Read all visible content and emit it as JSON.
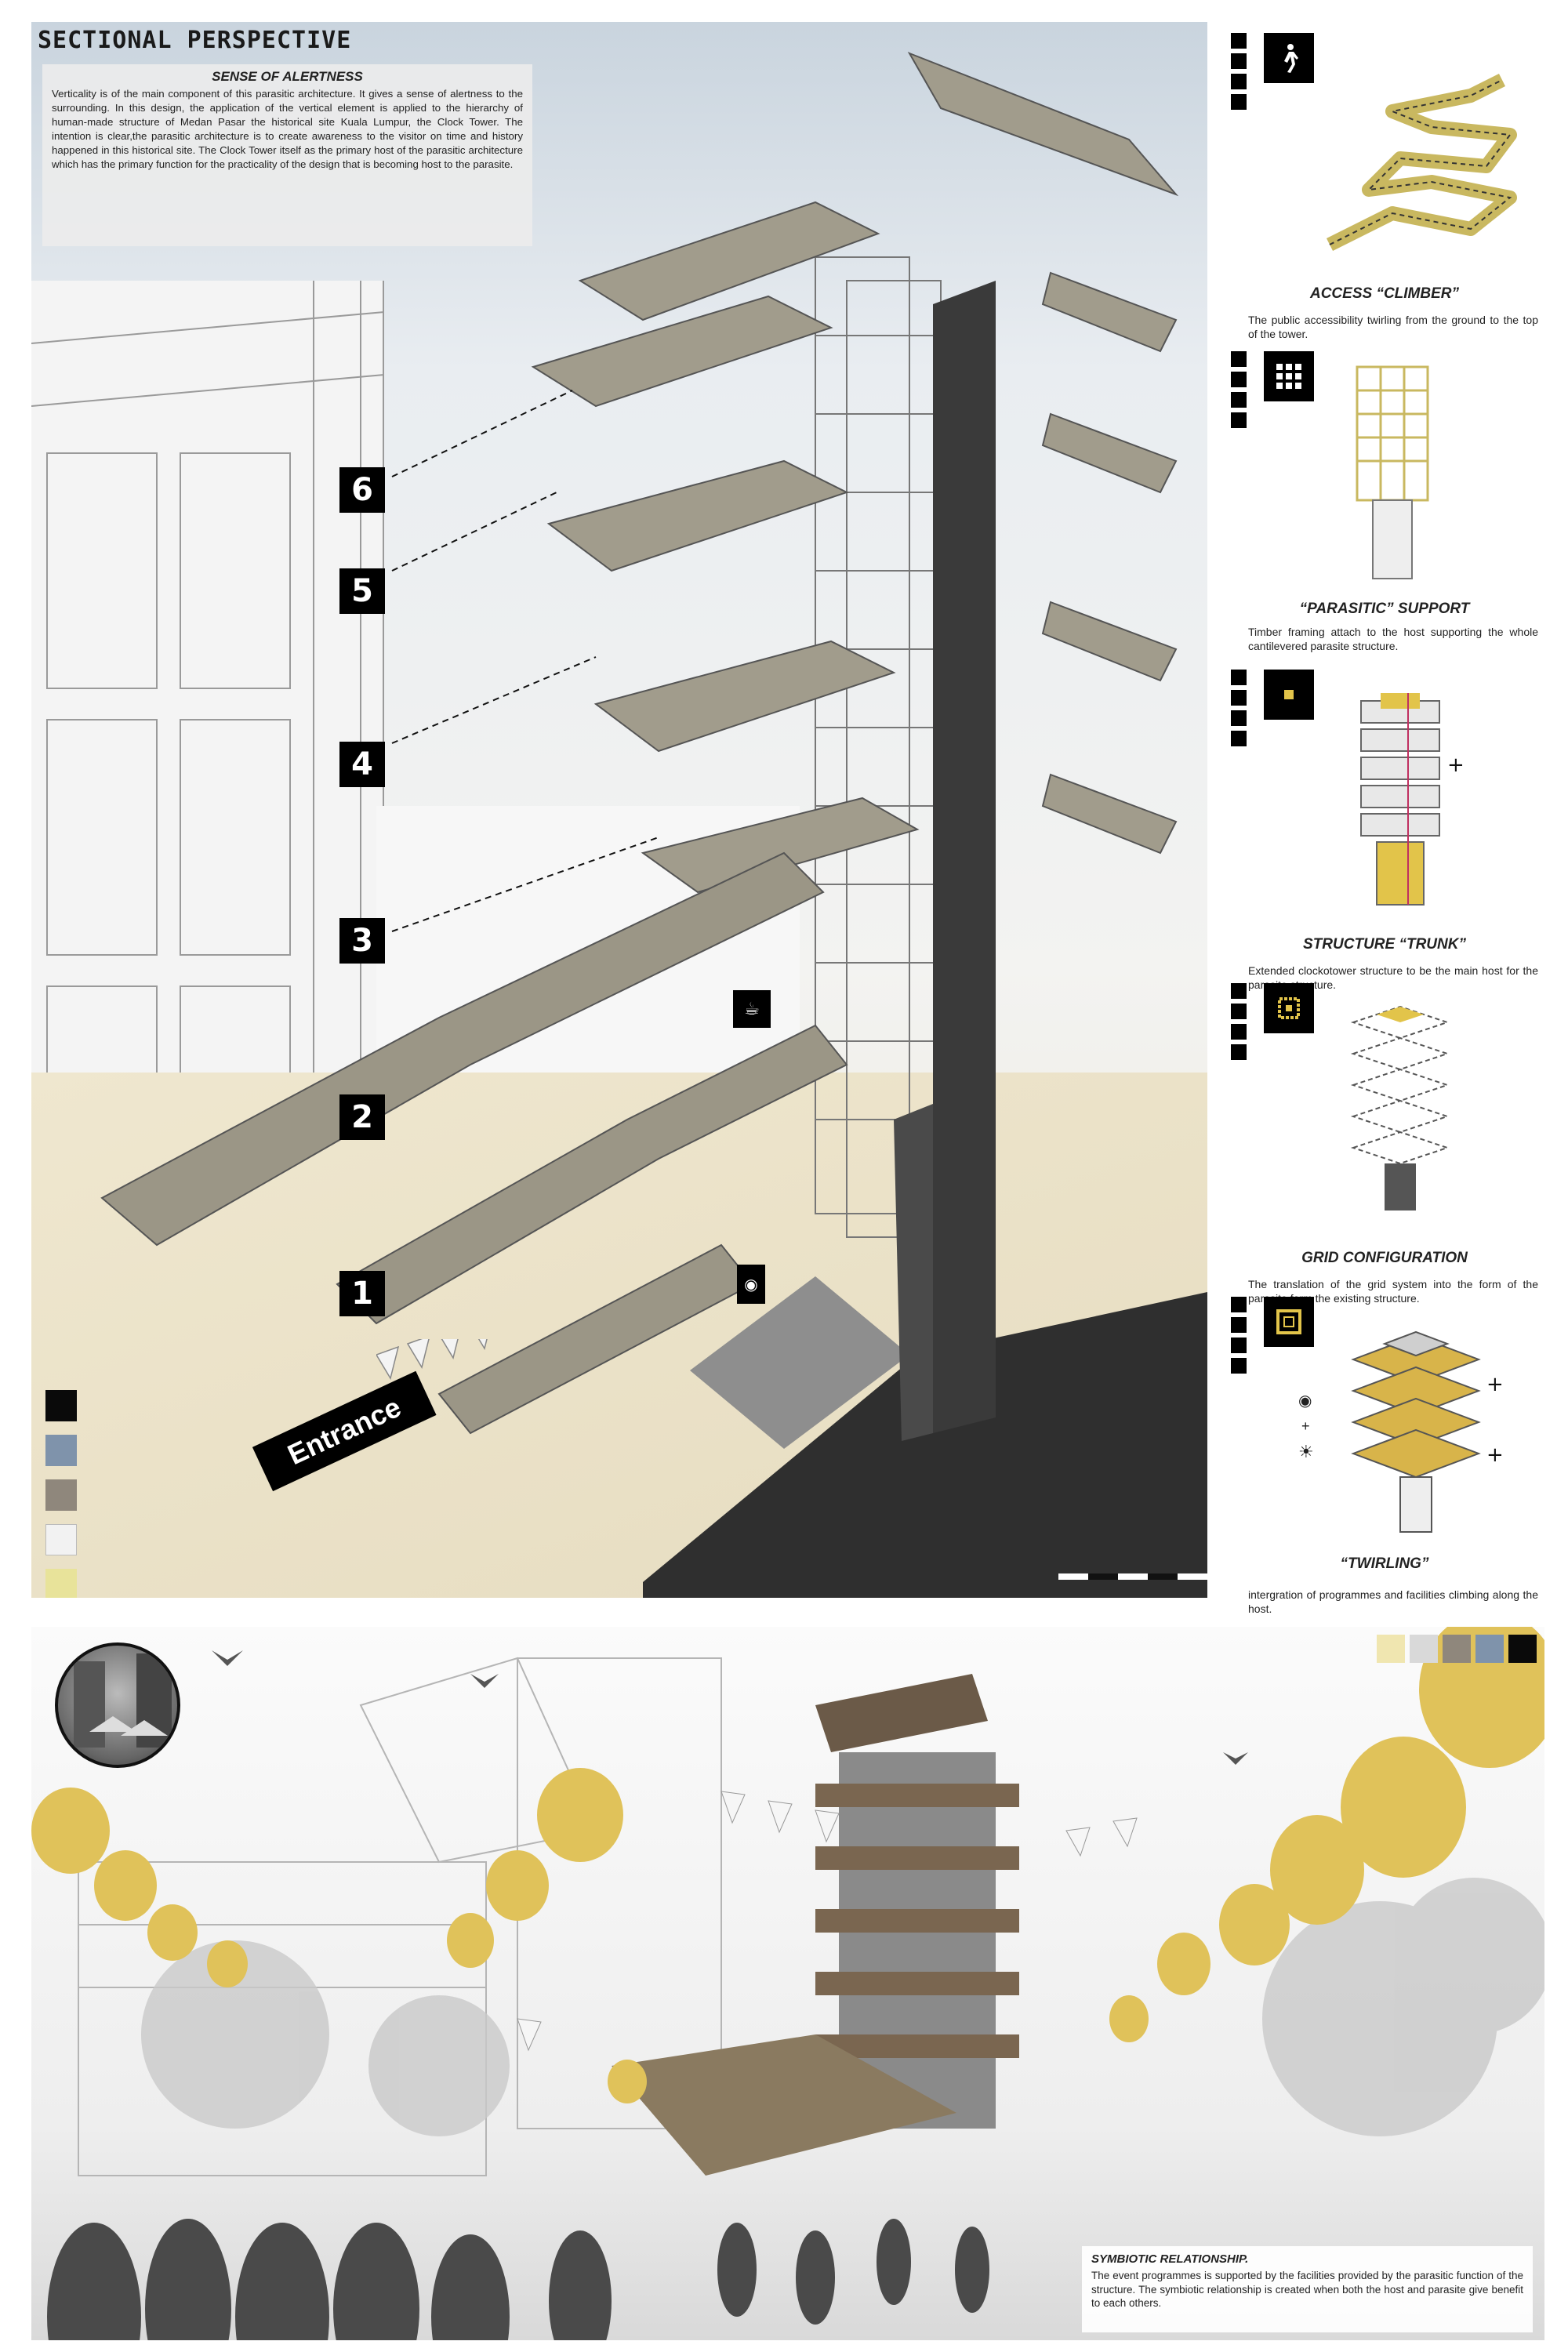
{
  "top_panel": {
    "title": "SECTIONAL PERSPECTIVE",
    "intro_heading": "SENSE OF ALERTNESS",
    "intro_body": "Verticality is of the main component of this parasitic architecture. It gives a sense of alertness to the surrounding. In this design, the application of the vertical element is applied to the hierarchy of human-made structure of Medan Pasar the historical site Kuala Lumpur, the Clock Tower. The intention is clear,the parasitic architecture is to create awareness to the visitor on time and history happened in this historical site. The Clock Tower itself as the primary host of the parasitic architecture which has the primary function for the practicality of the design that is becoming host to the parasite.",
    "level_labels": [
      "1",
      "2",
      "3",
      "4",
      "5",
      "6"
    ],
    "entrance_label": "Entrance",
    "swatch_colors": [
      "#0a0a0a",
      "#7f93ab",
      "#8f877c",
      "#f2f2f2",
      "#e8e39a"
    ]
  },
  "sidebar": {
    "items": [
      {
        "title": "ACCESS “CLIMBER”",
        "desc": "The public accessibility twirling from the ground to the top of the tower.",
        "icon": "walking-person-icon"
      },
      {
        "title": "“PARASITIC” SUPPORT",
        "desc": "Timber framing attach to the host supporting the whole cantilevered parasite structure.",
        "icon": "grid-dots-icon"
      },
      {
        "title": "STRUCTURE “TRUNK”",
        "desc": "Extended clockotower structure to be the main host for the parasite structure.",
        "icon": "center-square-icon"
      },
      {
        "title": "GRID CONFIGURATION",
        "desc": "The translation of the grid system into the form of the parasite form the existing structure.",
        "icon": "dotted-square-icon"
      },
      {
        "title": "“TWIRLING”",
        "desc": "intergration of programmes and facilities climbing along the host.",
        "icon": "frame-square-icon"
      }
    ]
  },
  "bottom_panel": {
    "caption_title": "SYMBIOTIC RELATIONSHIP.",
    "caption_body": "The event programmes is supported by the facilities provided by the parasitic function of the structure. The symbiotic relationship is created when both the host and parasite give benefit to each others.",
    "swatch_colors": [
      "#f0e6b0",
      "#d9d9d9",
      "#8f877c",
      "#7f93ab",
      "#0a0a0a"
    ]
  },
  "colors": {
    "accent_gold": "#d8b44a",
    "roof_gray": "#9b9686",
    "shadow_dark": "#3a3a3a"
  }
}
